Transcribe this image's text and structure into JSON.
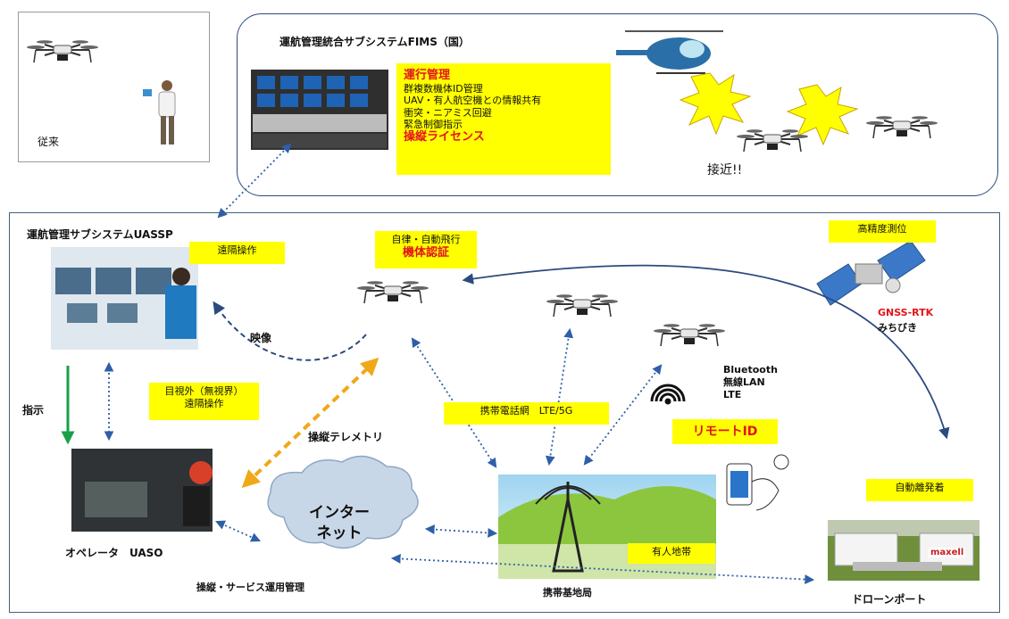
{
  "legacy": {
    "label": "従来"
  },
  "fims": {
    "title": "運航管理統合サブシステムFIMS（国）",
    "ops_title": "運行管理",
    "ops_items": [
      "群複数機体ID管理",
      "UAV・有人航空機との情報共有",
      "衝突・ニアミス回避",
      "緊急制御指示"
    ],
    "license": "操縦ライセンス",
    "approach": "接近!!"
  },
  "uassp": {
    "title": "運航管理サブシステムUASSP",
    "remote": "遠隔操作"
  },
  "auto_flight": {
    "line1": "自律・自動飛行",
    "line2": "機体認証"
  },
  "gnss": {
    "label": "高精度測位",
    "name": "GNSS-RTK",
    "sub": "みちびき"
  },
  "video": "映像",
  "instruction": "指示",
  "bvlos": {
    "line1": "目視外（無視界）",
    "line2": "遠隔操作"
  },
  "telemetry": "操縦テレメトリ",
  "cellular": "携帯電話網　LTE/5G",
  "wireless": [
    "Bluetooth",
    "無線LAN",
    "LTE"
  ],
  "remote_id": "リモートID",
  "operator": {
    "label": "オペレータ　UASO",
    "caption": "操縦・サービス運用管理"
  },
  "internet": {
    "line1": "インター",
    "line2": "ネット"
  },
  "base_station": {
    "label": "携帯基地局",
    "inhabited": "有人地帯"
  },
  "port": {
    "auto": "自動離発着",
    "label": "ドローンポート",
    "brand": "maxell"
  },
  "colors": {
    "yellow": "#ffff00",
    "red": "#e2141b",
    "link_blue": "#2e5fa8",
    "telemetry_orange": "#f0a818",
    "instruction_green": "#1aa049"
  }
}
